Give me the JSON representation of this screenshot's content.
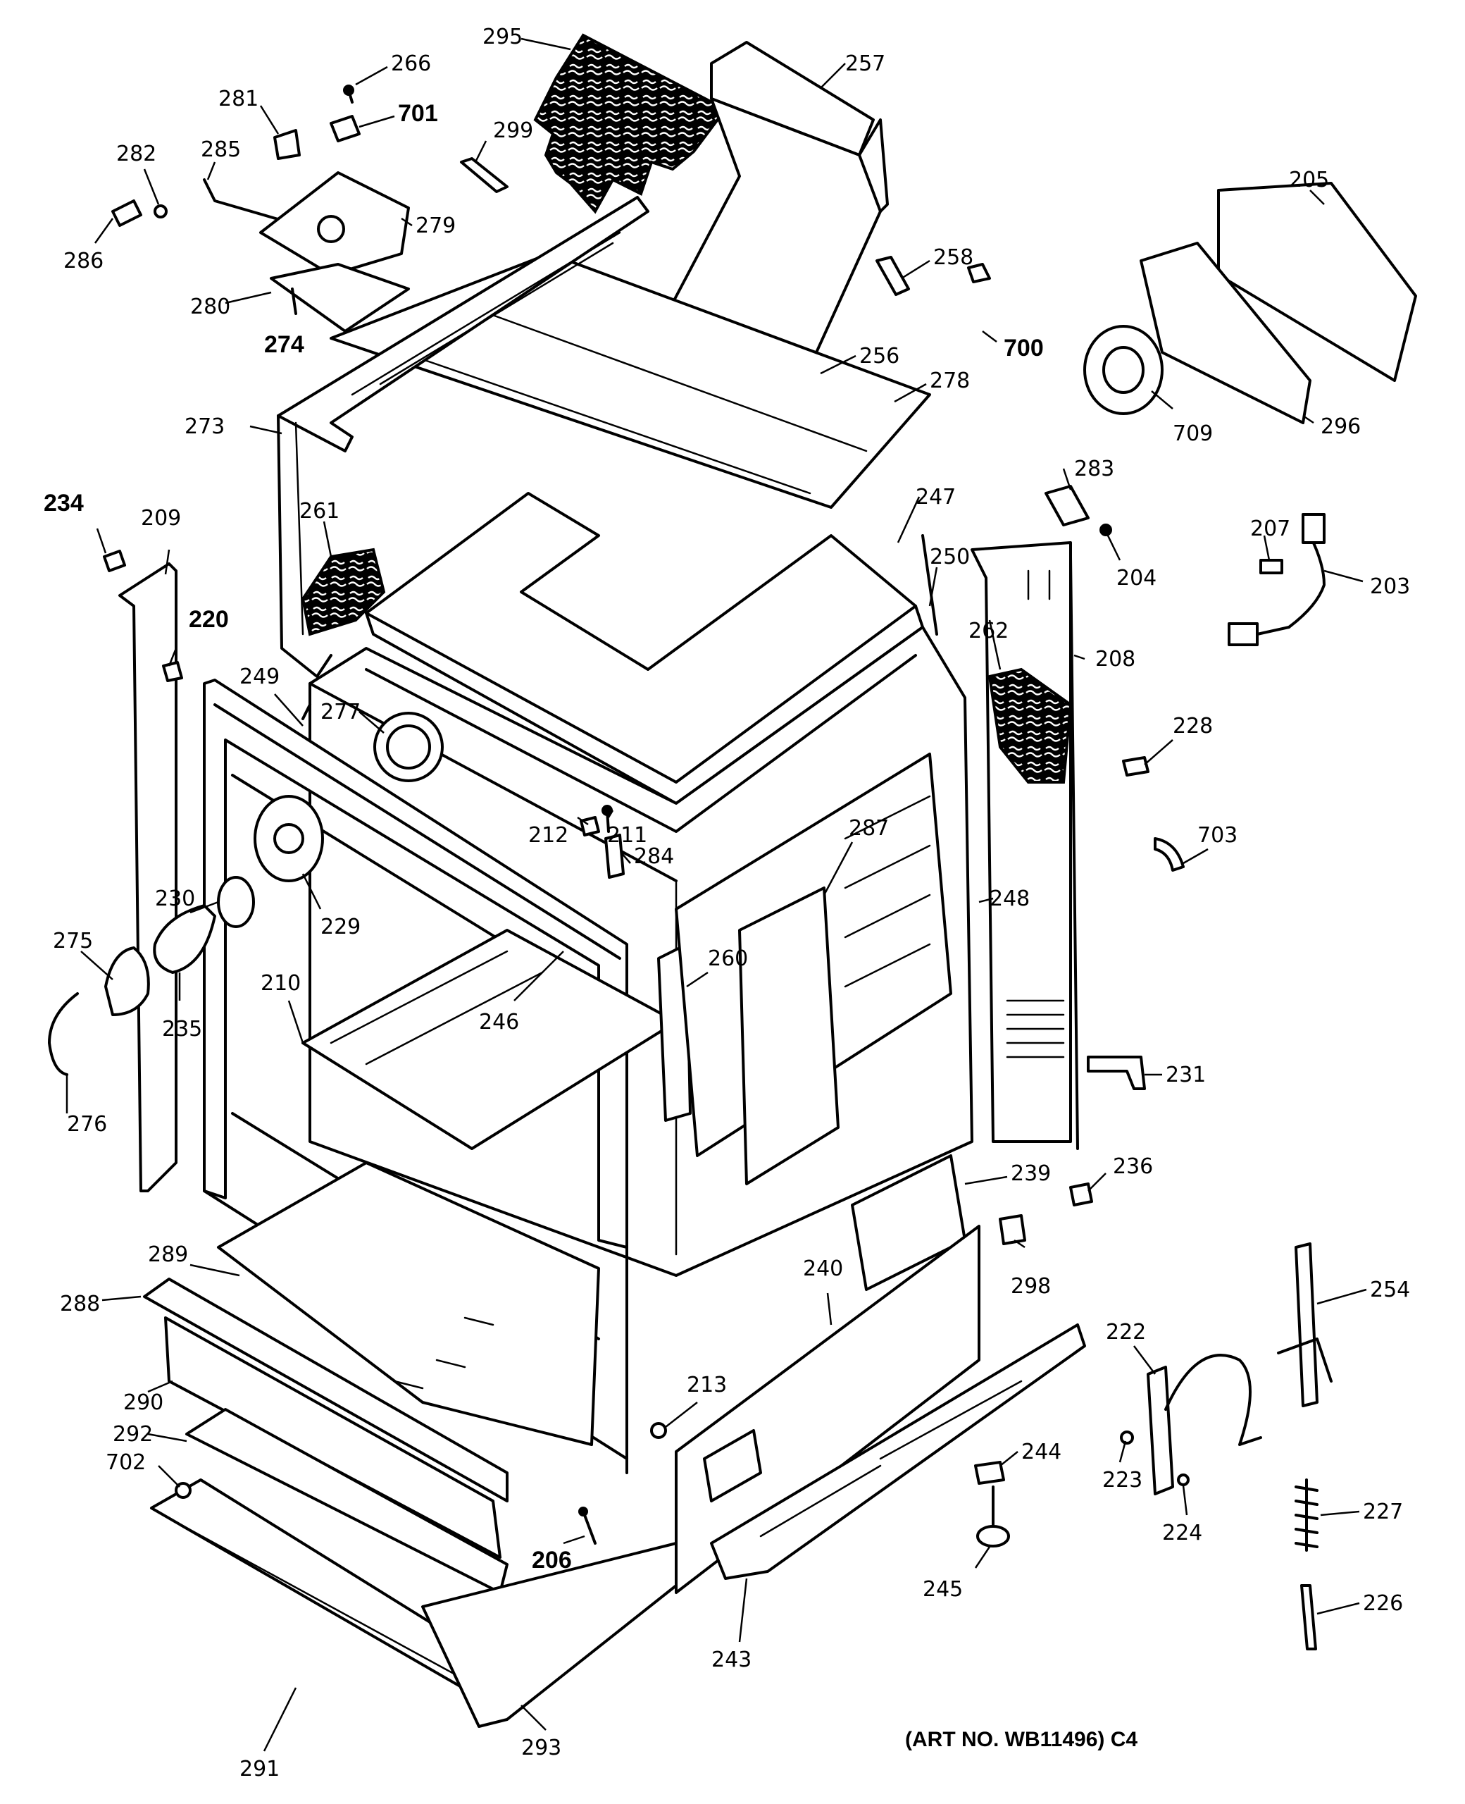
{
  "art_number": "(ART NO. WB11496) C4",
  "labels": {
    "p295": "295",
    "p257": "257",
    "p266": "266",
    "p701": "701",
    "p281": "281",
    "p299": "299",
    "p282": "282",
    "p285": "285",
    "p279": "279",
    "p286": "286",
    "p280": "280",
    "p274": "274",
    "p258": "258",
    "p700": "700",
    "p256": "256",
    "p278": "278",
    "p205": "205",
    "p296": "296",
    "p709": "709",
    "p273": "273",
    "p234": "234",
    "p209": "209",
    "p261": "261",
    "p283": "283",
    "p247": "247",
    "p204": "204",
    "p207": "207",
    "p203": "203",
    "p250": "250",
    "p262": "262",
    "p208": "208",
    "p220": "220",
    "p249": "249",
    "p277": "277",
    "p228": "228",
    "p211": "211",
    "p212": "212",
    "p284": "284",
    "p287": "287",
    "p703": "703",
    "p230": "230",
    "p229": "229",
    "p248": "248",
    "p275": "275",
    "p260": "260",
    "p235": "235",
    "p246": "246",
    "p210": "210",
    "p231": "231",
    "p276": "276",
    "p236": "236",
    "p239": "239",
    "p298": "298",
    "p289": "289",
    "p240": "240",
    "p254": "254",
    "p288": "288",
    "p222": "222",
    "p290": "290",
    "p213": "213",
    "p244": "244",
    "p292": "292",
    "p223": "223",
    "p702": "702",
    "p224": "224",
    "p227": "227",
    "p206": "206",
    "p245": "245",
    "p243": "243",
    "p226": "226",
    "p291": "291",
    "p293": "293"
  }
}
